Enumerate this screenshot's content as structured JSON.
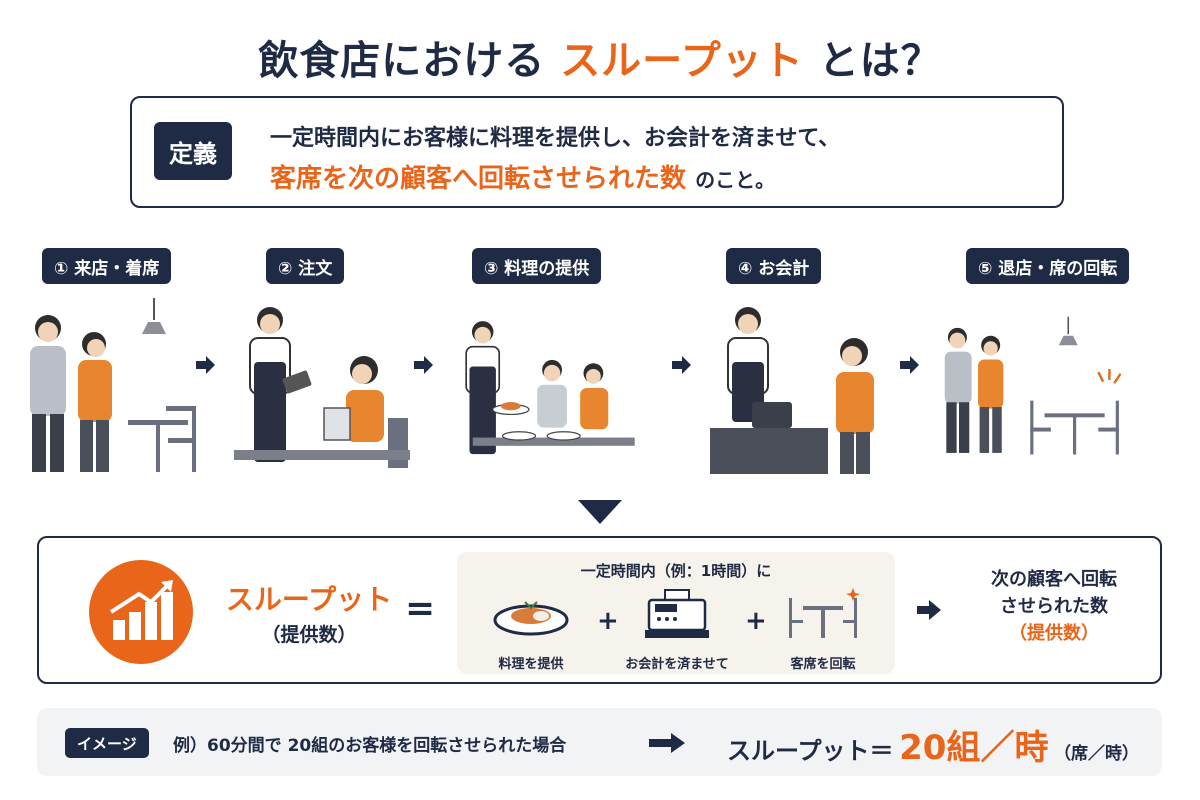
{
  "title": {
    "prefix": "飲食店における",
    "accent": "スループット",
    "suffix": "とは？"
  },
  "definition": {
    "badge": "定義",
    "line1": "一定時間内にお客様に料理を提供し、お会計を済ませて、",
    "line2_highlight": "客席を次の顧客へ回転させられた数",
    "line2_tail": "のこと。"
  },
  "steps": [
    {
      "label": "① 来店・着席"
    },
    {
      "label": "② 注文"
    },
    {
      "label": "③ 料理の提供"
    },
    {
      "label": "④ お会計"
    },
    {
      "label": "⑤ 退店・席の回転"
    }
  ],
  "formula": {
    "lhs_title": "スループット",
    "lhs_sub": "（提供数）",
    "equals": "=",
    "inner_top": "一定時間内（例：1時間）に",
    "items": [
      {
        "caption": "料理を提供",
        "icon": "dish-icon"
      },
      {
        "caption": "お会計を済ませて",
        "icon": "register-icon"
      },
      {
        "caption": "客席を回転",
        "icon": "table-icon"
      }
    ],
    "plus": "+",
    "result_line1": "次の顧客へ回転",
    "result_line2": "させられた数",
    "result_line3": "（提供数）"
  },
  "example": {
    "badge": "イメージ",
    "text": "例）60分間で 20組のお客様を回転させられた場合",
    "result_label": "スループット＝",
    "result_value": "20組／時",
    "result_unit": "（席／時）"
  },
  "colors": {
    "navy": "#1f2a44",
    "orange": "#e8651a",
    "gray": "#8a8f98"
  }
}
